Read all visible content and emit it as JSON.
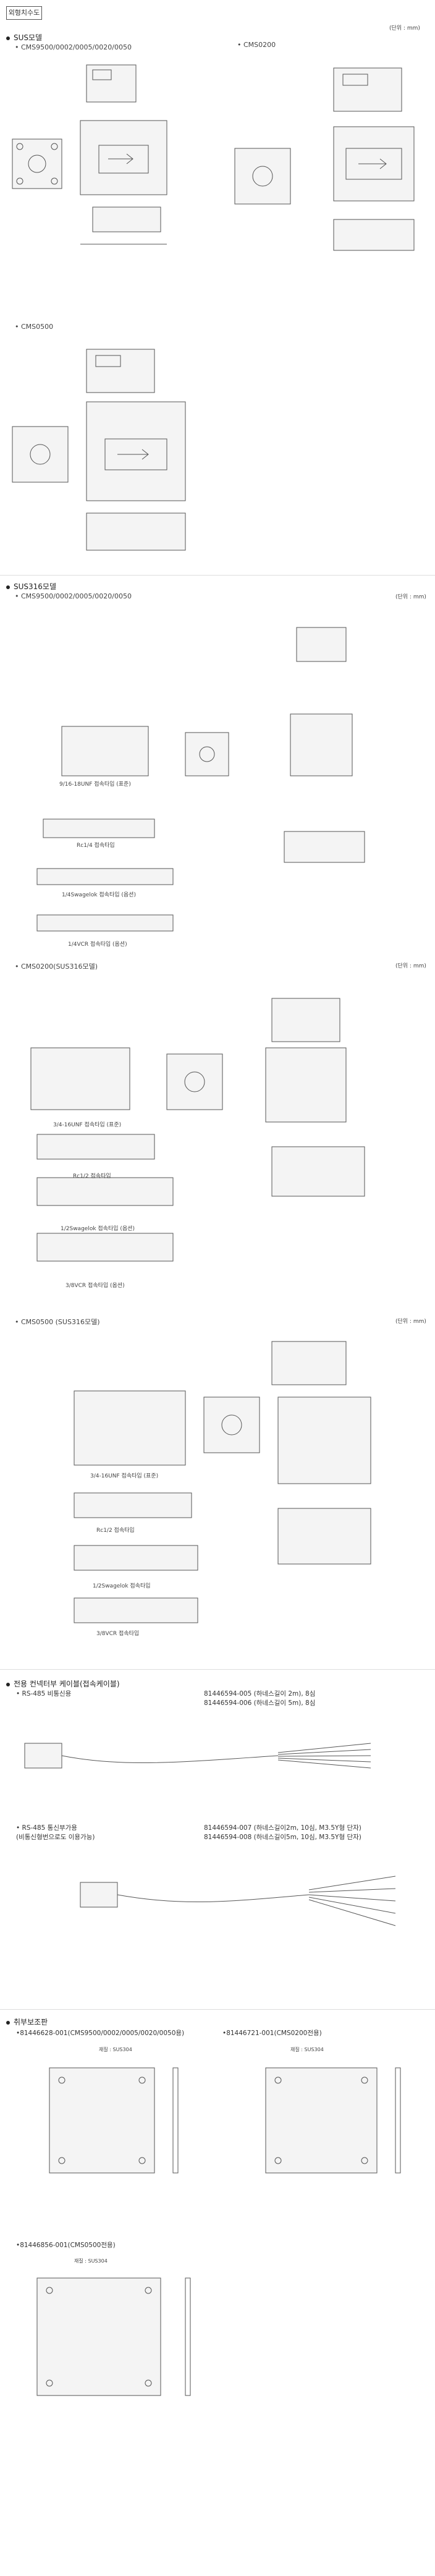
{
  "header": {
    "title": "외형치수도"
  },
  "unit_label": "(단위 : mm)",
  "sus": {
    "title": "SUS모델",
    "model_a": "CMS9500/0002/0005/0020/0050",
    "model_b": "CMS0200",
    "model_c": "CMS0500"
  },
  "sus316": {
    "title": "SUS316모델",
    "model_a": "CMS9500/0002/0005/0020/0050",
    "model_b": "CMS0200(SUS316모델)",
    "model_c": "CMS0500 (SUS316모델)",
    "captions": {
      "a1": "9/16-18UNF 접속타입 (표준)",
      "a2": "Rc1/4 접속타입",
      "a3": "1/4Swagelok 접속타입 (옵션)",
      "a4": "1/4VCR 접속타입 (옵션)",
      "b1": "3/4-16UNF 접속타입 (표준)",
      "b2": "Rc1/2 접속타입",
      "b3": "1/2Swagelok 접속타입 (옵션)",
      "b4": "3/8VCR 접속타입 (옵션)",
      "c1": "3/4-16UNF 접속타입 (표준)",
      "c2": "Rc1/2 접속타입",
      "c3": "1/2Swagelok 접속타입",
      "c4": "3/8VCR 접속타입"
    }
  },
  "cable": {
    "title": "전용 컨넥터부 케이블(접속케이블)",
    "rs485_label": "• RS-485 비통신용",
    "rs485_line1": "81446594-005 (하네스길이 2m), 8심",
    "rs485_line2": "81446594-006 (하네스길이 5m), 8심",
    "rs485c_label": "• RS-485 통신부가용",
    "rs485c_sub": "(비통신형번으로도 이용가능)",
    "rs485c_line1": "81446594-007 (하네스길이2m, 10심, M3.5Y형 단자)",
    "rs485c_line2": "81446594-008 (하네스길이5m, 10심, M3.5Y형 단자)"
  },
  "bracket": {
    "title": "취부보조판",
    "item1": "•81446628-001(CMS9500/0002/0005/0020/0050용)",
    "item2": "•81446721-001(CMS0200전용)",
    "item3": "•81446856-001(CMS0500전용)",
    "material": "재질 : SUS304"
  }
}
